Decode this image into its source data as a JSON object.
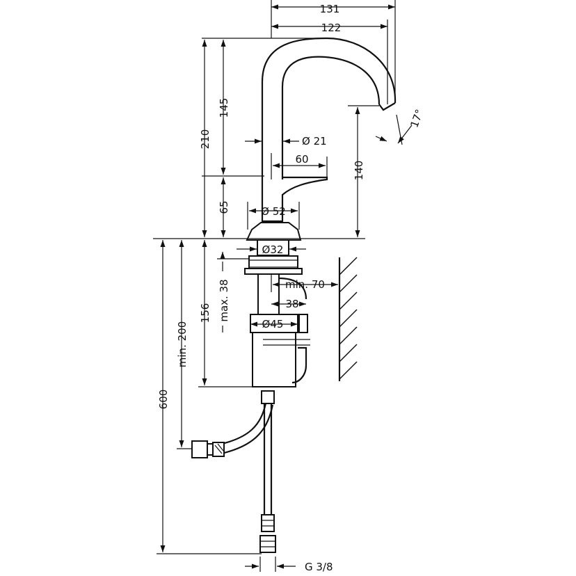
{
  "dimensions": {
    "d131": "131",
    "d122": "122",
    "d210": "210",
    "d145": "145",
    "d65": "65",
    "d140": "140",
    "d17deg": "17°",
    "dia21": "Ø 21",
    "d60": "60",
    "dia52": "Ø 52",
    "dia32": "Ø32",
    "dmax38": "max. 38",
    "dmin70": "min. 70",
    "d38": "38",
    "dia45": "Ø45",
    "d156": "156",
    "dmin200": "min. 200",
    "d600": "600",
    "thread": "G 3/8"
  }
}
